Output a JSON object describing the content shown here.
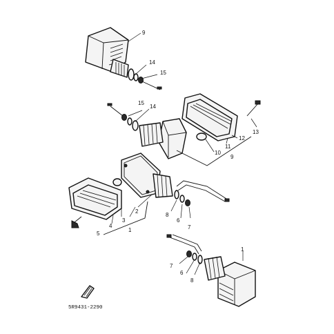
{
  "labels": {
    "n9a": "9",
    "n14a": "14",
    "n15a": "15",
    "n15b": "15",
    "n14b": "14",
    "n13": "13",
    "n12": "12",
    "n11": "11",
    "n10": "10",
    "n9b": "9",
    "n2": "2",
    "n3": "3",
    "n4": "4",
    "n5": "5",
    "n1a": "1",
    "n8a": "8",
    "n6a": "6",
    "n7a": "7",
    "n1b": "1",
    "n7b": "7",
    "n6b": "6",
    "n8b": "8"
  },
  "catalog_code": "5R9431-2290",
  "icons": {
    "orientation": "front-arrow-icon"
  }
}
